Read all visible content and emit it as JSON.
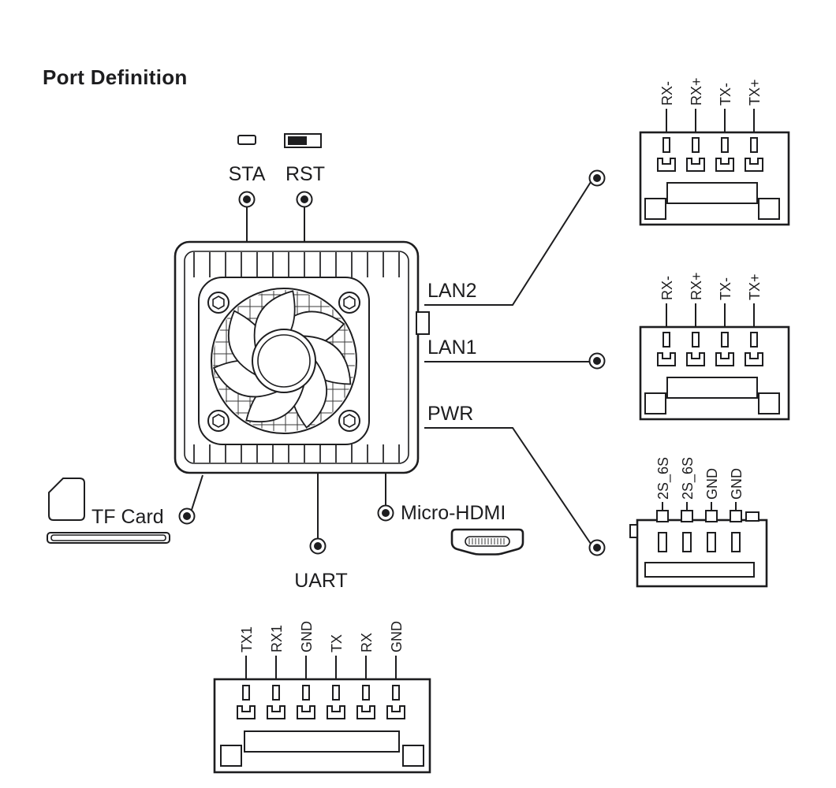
{
  "title": "Port Definition",
  "device": {
    "sta": "STA",
    "rst": "RST",
    "lan2": "LAN2",
    "lan1": "LAN1",
    "pwr": "PWR",
    "tf_card": "TF Card",
    "micro_hdmi": "Micro-HDMI",
    "uart": "UART"
  },
  "connectors": {
    "lan2": {
      "pins": [
        "RX-",
        "RX+",
        "TX-",
        "TX+"
      ]
    },
    "lan1": {
      "pins": [
        "RX-",
        "RX+",
        "TX-",
        "TX+"
      ]
    },
    "pwr": {
      "pins": [
        "2S_6S",
        "2S_6S",
        "GND",
        "GND"
      ]
    },
    "uart": {
      "pins": [
        "TX1",
        "RX1",
        "GND",
        "TX",
        "RX",
        "GND"
      ]
    }
  },
  "colors": {
    "line": "#1d1d1f",
    "background": "#ffffff"
  }
}
